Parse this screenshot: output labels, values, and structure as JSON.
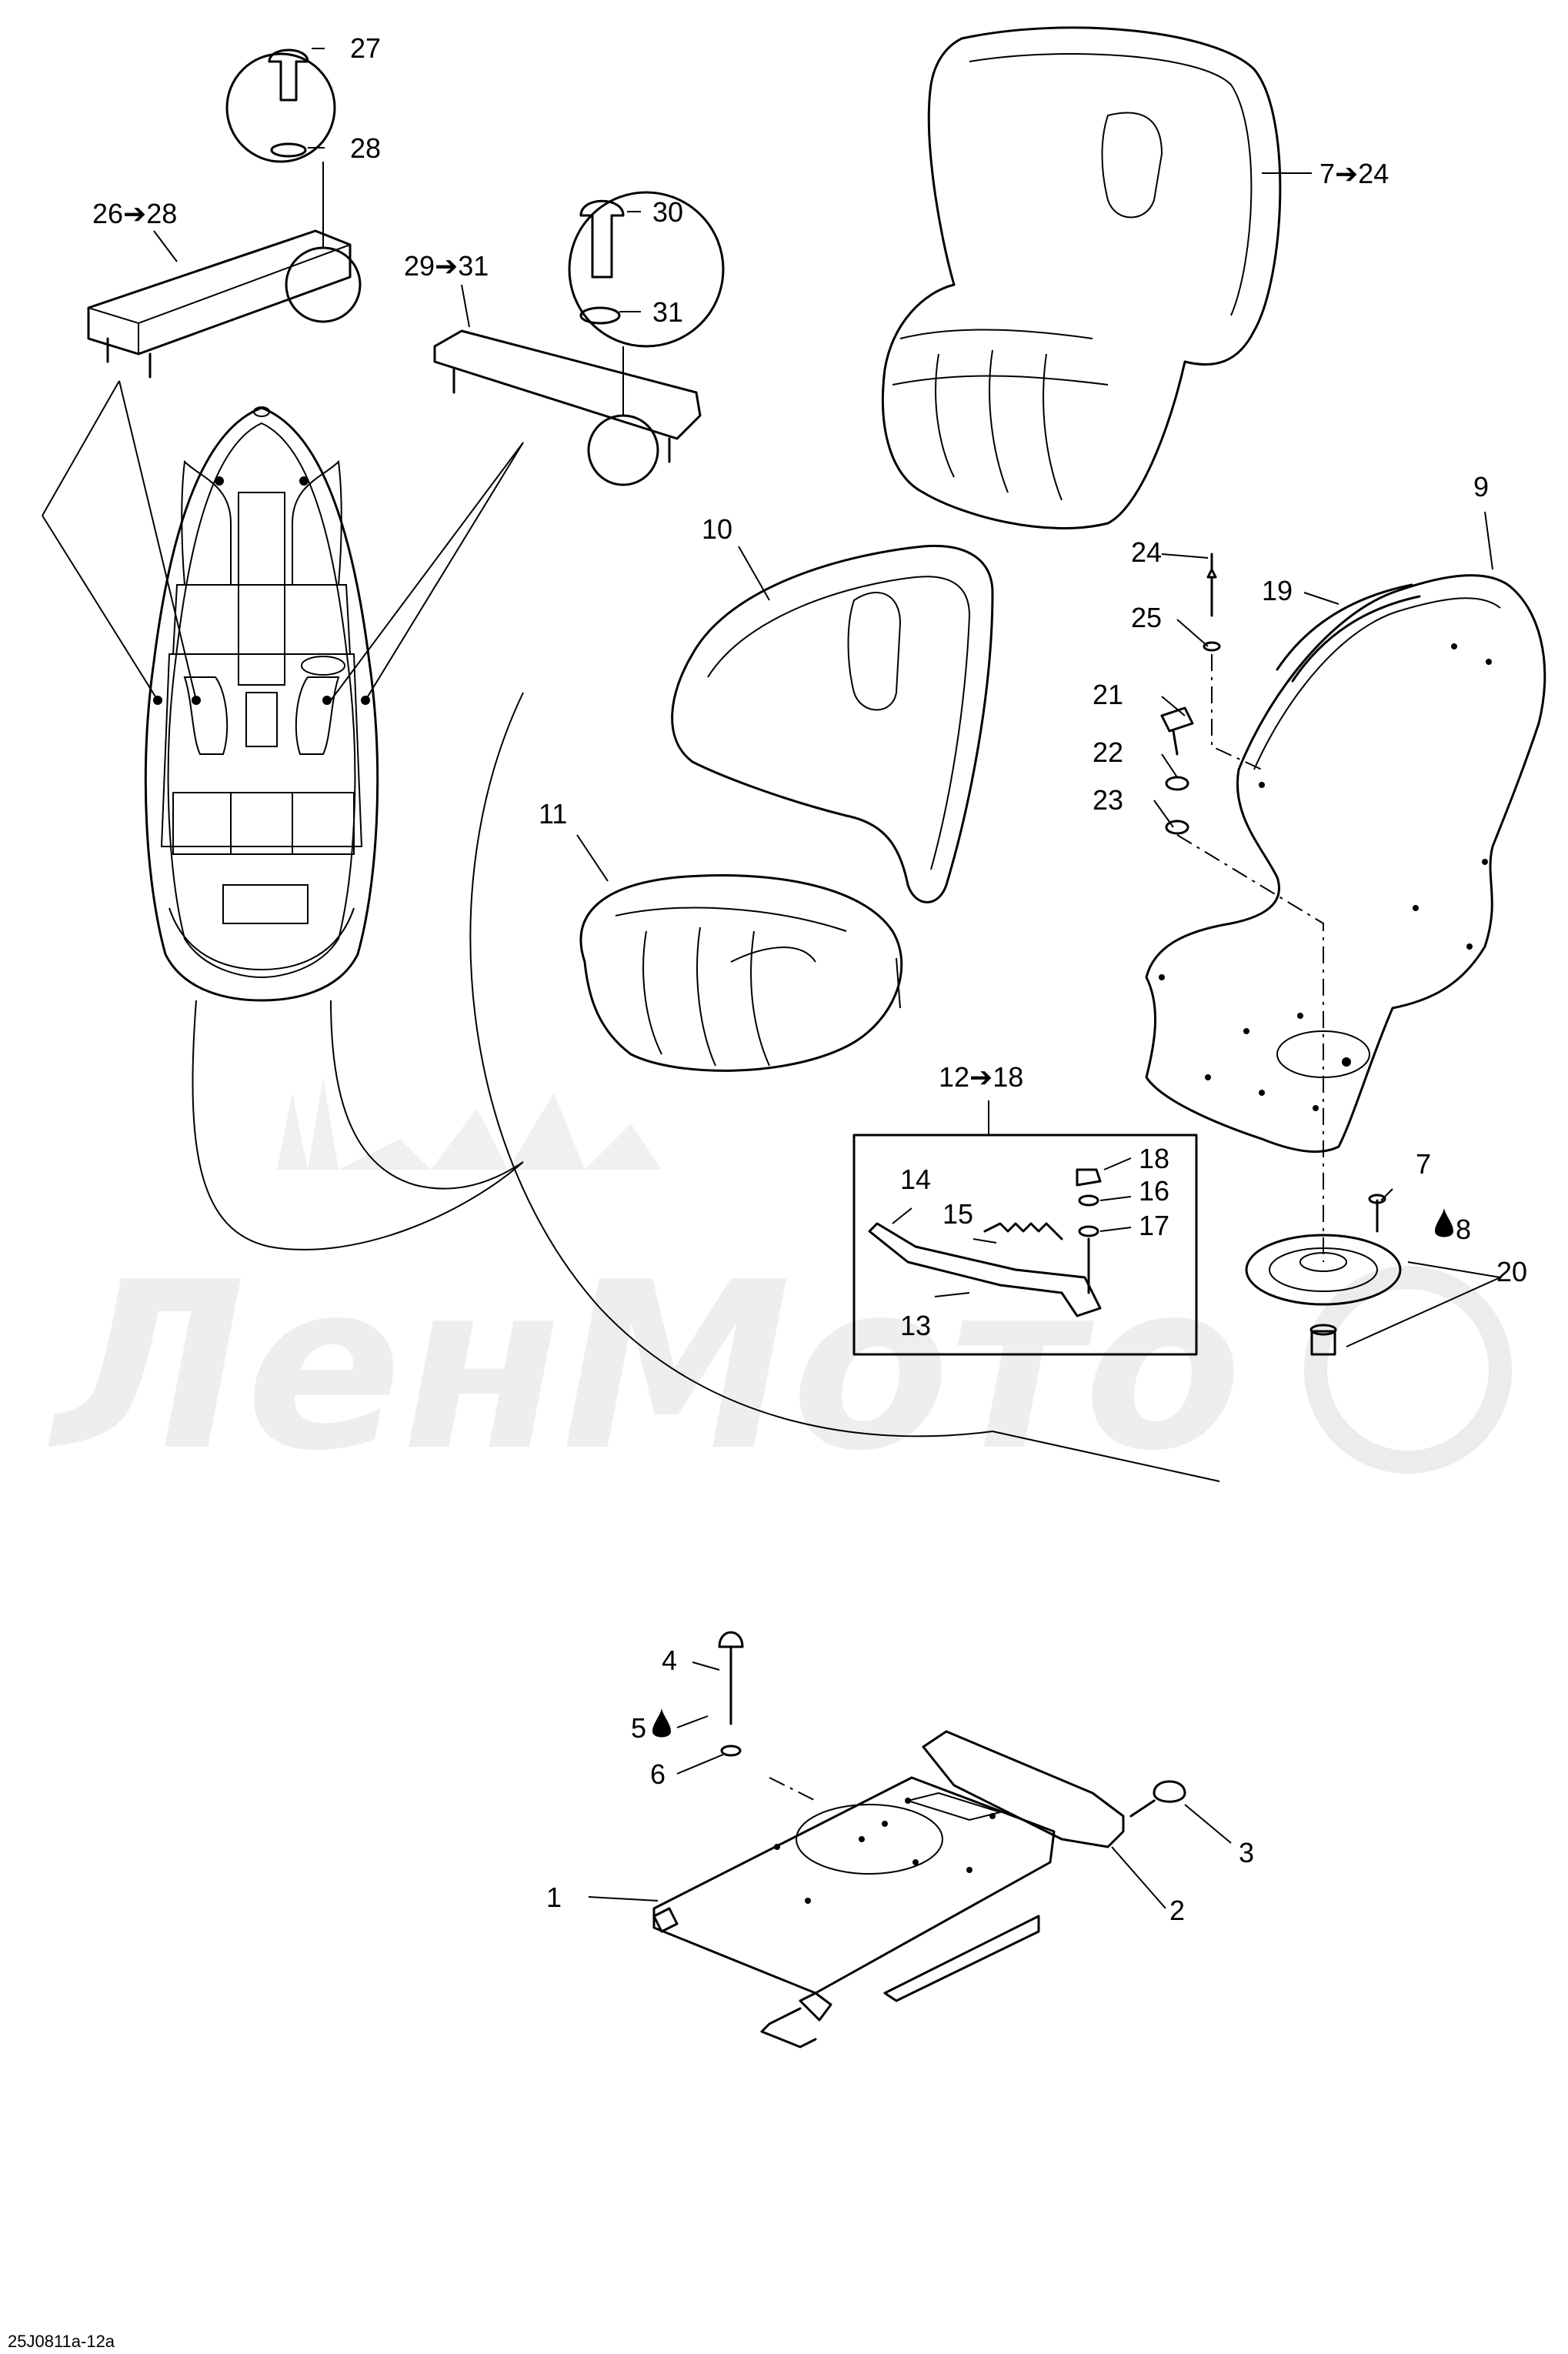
{
  "labels": {
    "p1": "1",
    "p2": "2",
    "p3": "3",
    "p4": "4",
    "p5": "5",
    "p6": "6",
    "p7": "7",
    "p8": "8",
    "p9": "9",
    "p10": "10",
    "p11": "11",
    "p12_18": "12➔18",
    "p13": "13",
    "p14": "14",
    "p15": "15",
    "p16": "16",
    "p17": "17",
    "p18": "18",
    "p19": "19",
    "p20": "20",
    "p21": "21",
    "p22": "22",
    "p23": "23",
    "p24": "24",
    "p25": "25",
    "p26_28": "26➔28",
    "p27": "27",
    "p28": "28",
    "p29_31": "29➔31",
    "p30": "30",
    "p31": "31",
    "p7_24": "7➔24"
  },
  "reference": "25J0811a-12a",
  "watermark": "ЛенМото"
}
